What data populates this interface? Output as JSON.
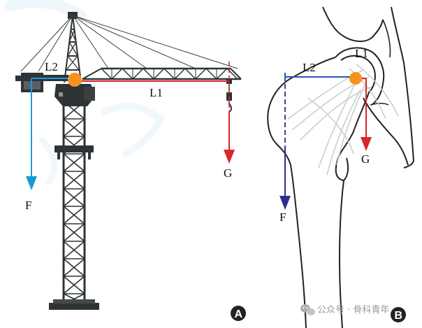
{
  "panel_a": {
    "badge": "A",
    "labels": {
      "l2": "L2",
      "l1": "L1",
      "f": "F",
      "g": "G"
    }
  },
  "panel_b": {
    "badge": "B",
    "labels": {
      "l2": "L2",
      "l1": "L1",
      "f": "F",
      "g": "G"
    }
  },
  "watermark": {
    "text": "公众号 · 骨科青年"
  },
  "colors": {
    "f_arrow_a": "#1a9bd7",
    "f_arrow_b": "#2c2f8f",
    "g_arrow": "#d9262b",
    "lever_l2_b": "#2c54b5",
    "lever_l1": "#d9262b",
    "pivot": "#f5921f",
    "crane_steel": "#2e3335"
  },
  "icons": {
    "watermark_icon": "wechat-icon"
  }
}
